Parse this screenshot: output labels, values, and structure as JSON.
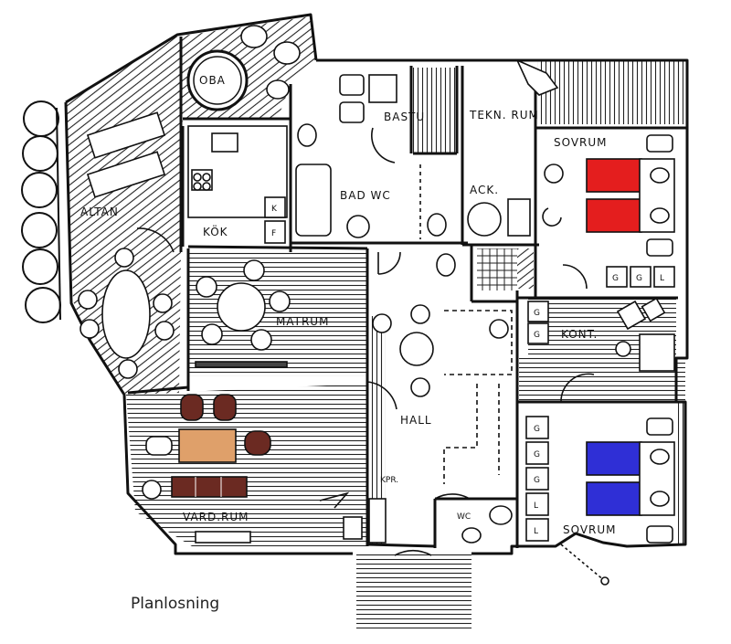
{
  "caption": "Planlosning",
  "rooms": {
    "oba": "OBA",
    "altan": "ALTAN",
    "bastu": "BASTU",
    "tekn_rum": "TEKN. RUM",
    "sovrum_top": "SOVRUM",
    "kok": "KÖK",
    "bad_wc": "BAD WC",
    "ack": "ACK.",
    "matrum": "MATRUM",
    "kont": "KONT.",
    "hall": "HALL",
    "vardrum": "VARD.RUM",
    "kpr": "KPR.",
    "wc": "WC",
    "sovrum_bottom": "SOVRUM"
  },
  "cabinet_letters": {
    "kitchen_k": "K",
    "kitchen_f": "F",
    "g": "G",
    "l": "L"
  },
  "colors": {
    "bed_red": "#e41e1e",
    "bed_blue": "#2f2fd6",
    "sofa": "#6b2a22",
    "table": "#dfa06a",
    "line": "#111111"
  }
}
